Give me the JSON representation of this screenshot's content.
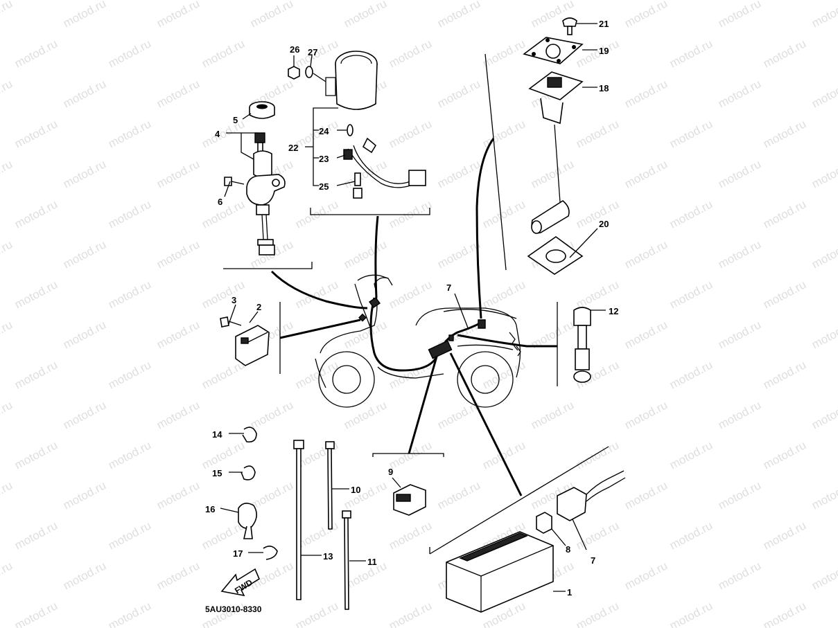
{
  "watermark": "motod.ru",
  "diagram_code": "5AU3010-8330",
  "fwd_label": "FWD",
  "callouts": [
    {
      "id": "c1",
      "label": "1"
    },
    {
      "id": "c2",
      "label": "2"
    },
    {
      "id": "c3",
      "label": "3"
    },
    {
      "id": "c4",
      "label": "4"
    },
    {
      "id": "c5",
      "label": "5"
    },
    {
      "id": "c6",
      "label": "6"
    },
    {
      "id": "c7a",
      "label": "7"
    },
    {
      "id": "c7b",
      "label": "7"
    },
    {
      "id": "c8",
      "label": "8"
    },
    {
      "id": "c9",
      "label": "9"
    },
    {
      "id": "c10",
      "label": "10"
    },
    {
      "id": "c11",
      "label": "11"
    },
    {
      "id": "c12",
      "label": "12"
    },
    {
      "id": "c13",
      "label": "13"
    },
    {
      "id": "c14",
      "label": "14"
    },
    {
      "id": "c15",
      "label": "15"
    },
    {
      "id": "c16",
      "label": "16"
    },
    {
      "id": "c17",
      "label": "17"
    },
    {
      "id": "c18",
      "label": "18"
    },
    {
      "id": "c19",
      "label": "19"
    },
    {
      "id": "c20",
      "label": "20"
    },
    {
      "id": "c21",
      "label": "21"
    },
    {
      "id": "c22",
      "label": "22"
    },
    {
      "id": "c23",
      "label": "23"
    },
    {
      "id": "c24",
      "label": "24"
    },
    {
      "id": "c25",
      "label": "25"
    },
    {
      "id": "c26",
      "label": "26"
    },
    {
      "id": "c27",
      "label": "27"
    }
  ]
}
